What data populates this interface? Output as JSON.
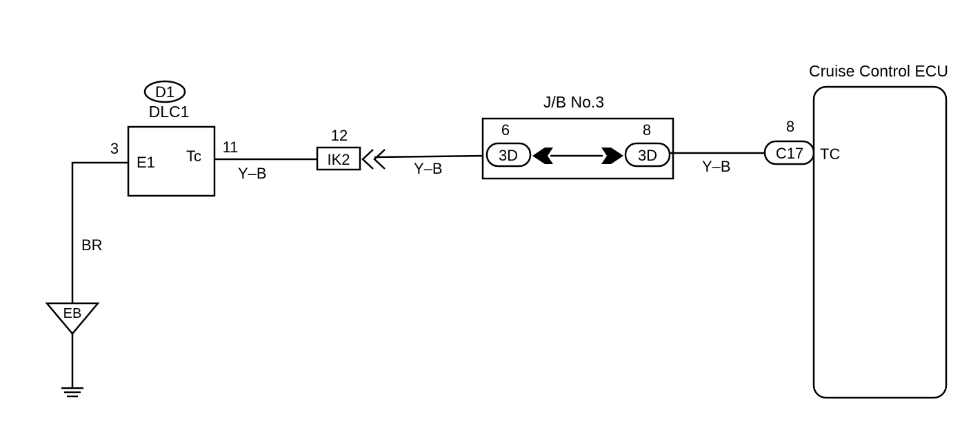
{
  "ecu": {
    "title": "Cruise Control ECU",
    "pin": "8",
    "connector": "C17",
    "terminal": "TC"
  },
  "dlc": {
    "tag": "D1",
    "name": "DLC1",
    "pin_left": "3",
    "terminal_left": "E1",
    "terminal_right": "Tc",
    "pin_right": "11"
  },
  "ik": {
    "pin": "12",
    "label": "IK2"
  },
  "jb": {
    "title": "J/B No.3",
    "pin_left": "6",
    "pin_right": "8",
    "conn_left": "3D",
    "conn_right": "3D"
  },
  "wires": {
    "w1": "Y–B",
    "w2": "Y–B",
    "w3": "Y–B",
    "ground": "BR"
  },
  "ground": {
    "label": "EB"
  }
}
